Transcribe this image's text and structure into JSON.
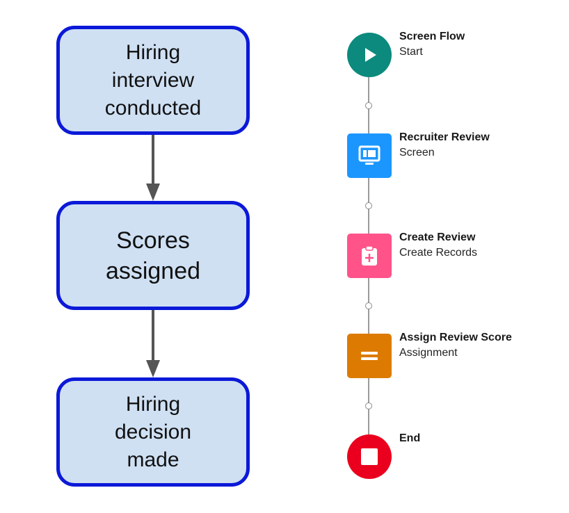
{
  "process": {
    "steps": [
      {
        "label": "Hiring\ninterview\nconducted"
      },
      {
        "label": "Scores\nassigned"
      },
      {
        "label": "Hiring\ndecision\nmade"
      }
    ],
    "colors": {
      "fill": "#cfe0f3",
      "border": "#0b19d8",
      "arrow": "#555555"
    }
  },
  "flow": {
    "nodes": [
      {
        "title": "Screen Flow",
        "subtitle": "Start",
        "icon": "play-icon",
        "color": "#0b8a7d"
      },
      {
        "title": "Recruiter Review",
        "subtitle": "Screen",
        "icon": "screen-icon",
        "color": "#1b96ff"
      },
      {
        "title": "Create Review",
        "subtitle": "Create Records",
        "icon": "clipboard-plus-icon",
        "color": "#ff538a"
      },
      {
        "title": "Assign Review Score",
        "subtitle": "Assignment",
        "icon": "equals-icon",
        "color": "#dd7a01"
      },
      {
        "title": "End",
        "subtitle": "",
        "icon": "stop-icon",
        "color": "#ea001e"
      }
    ]
  }
}
